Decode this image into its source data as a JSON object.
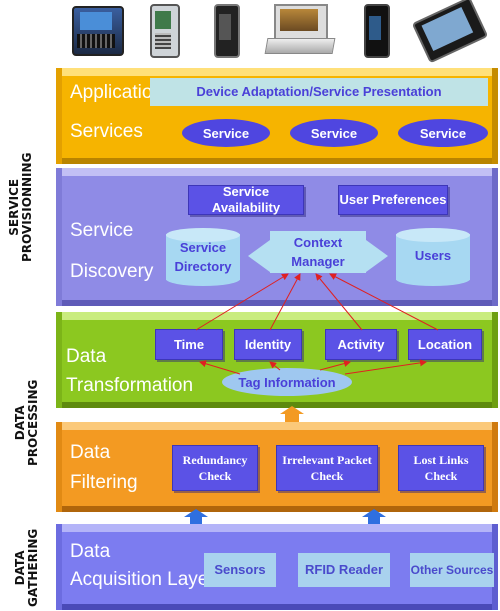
{
  "side_labels": {
    "service_provisioning": "SERVICE\nPROVISIONNING",
    "data_processing": "DATA\nPROCESSING",
    "data_gathering": "DATA\nGATHERING"
  },
  "devices": [
    "pda-phone-icon",
    "smartphone-icon",
    "mobile-phone-icon",
    "netbook-icon",
    "phone-icon",
    "tablet-phone-icon"
  ],
  "application_layer": {
    "title_line1": "Application",
    "title_line2": "Services",
    "banner": "Device Adaptation/Service Presentation",
    "services": [
      "Service",
      "Service",
      "Service"
    ]
  },
  "discovery_layer": {
    "title_line1": "Service",
    "title_line2": "Discovery",
    "service_availability": "Service Availability",
    "user_preferences": "User Preferences",
    "service_directory": "Service\nDirectory",
    "context_manager": "Context\nManager",
    "users": "Users"
  },
  "transformation_layer": {
    "title_line1": "Data",
    "title_line2": "Transformation",
    "boxes": [
      "Time",
      "Identity",
      "Activity",
      "Location"
    ],
    "tag_information": "Tag Information"
  },
  "filtering_layer": {
    "title_line1": "Data",
    "title_line2": "Filtering",
    "boxes": [
      "Redundancy\nCheck",
      "Irrelevant Packet\nCheck",
      "Lost Links\nCheck"
    ]
  },
  "acquisition_layer": {
    "title_line1": "Data",
    "title_line2": "Acquisition Layer",
    "sources": [
      "Sensors",
      "RFID Reader",
      "Other Sources"
    ]
  },
  "colors": {
    "application": "#f6b400",
    "discovery": "#8f8be6",
    "transformation": "#8cc820",
    "filtering": "#f39a22",
    "acquisition": "#7c7cf0",
    "box": "#5b52e6",
    "arrow_red": "#e02020",
    "arrow_blue": "#2f6fe0"
  }
}
